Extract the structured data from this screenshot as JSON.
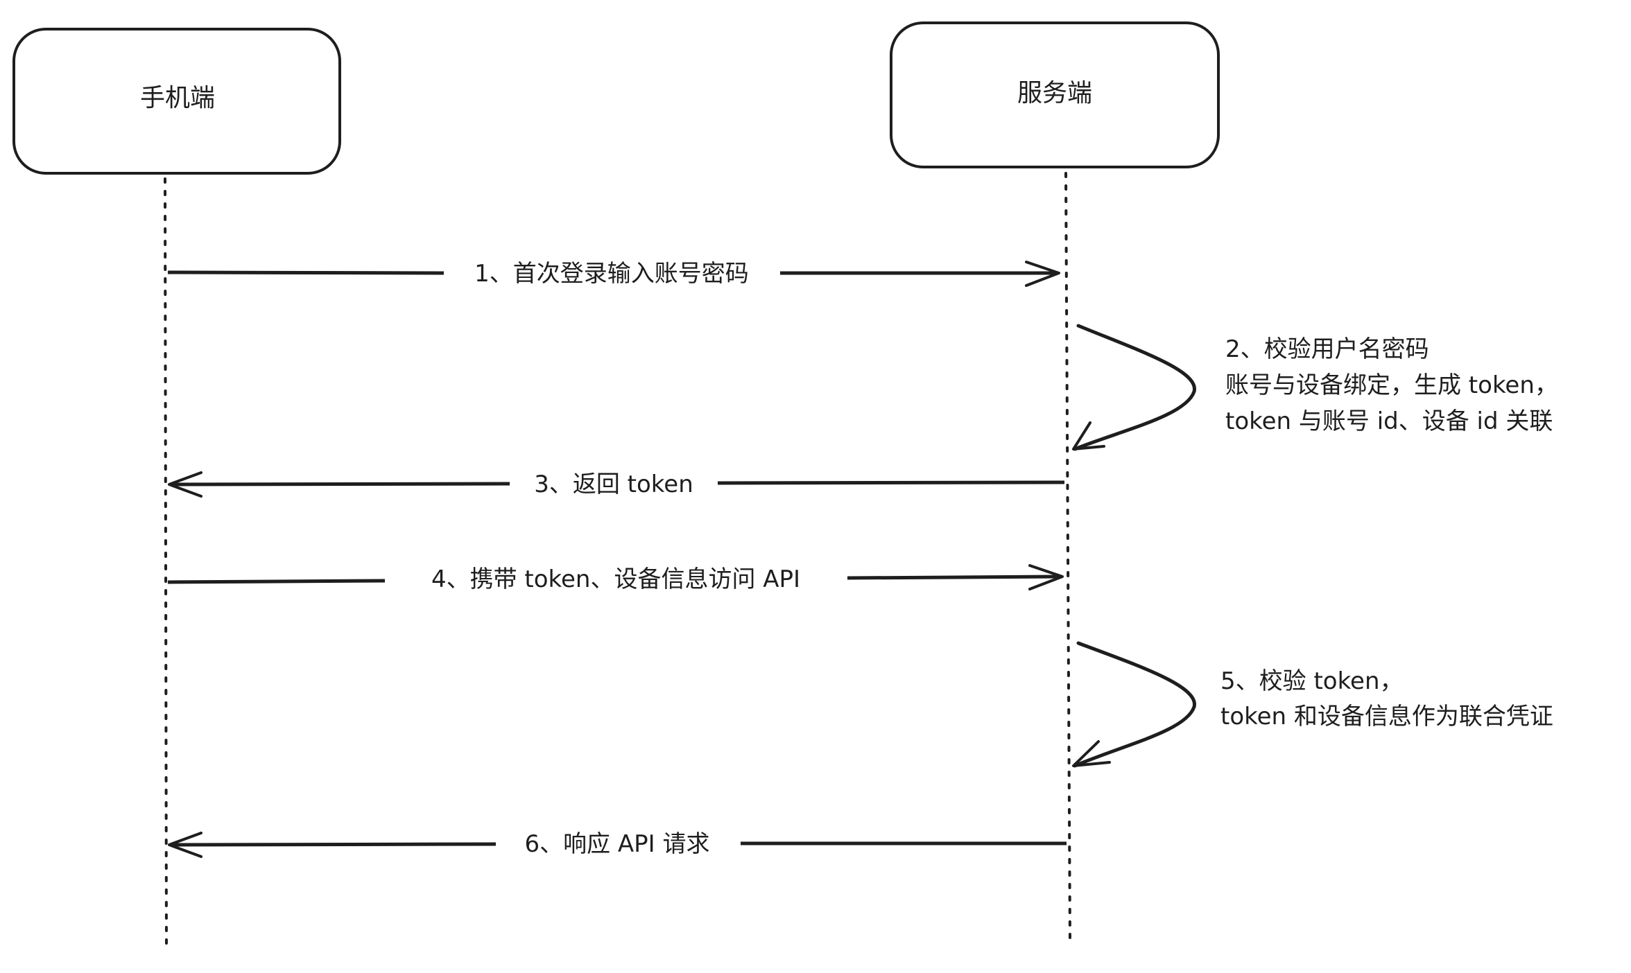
{
  "diagram": {
    "type": "sequence",
    "stroke_color": "#1e1e1e",
    "background": "#ffffff",
    "actors": [
      {
        "id": "phone",
        "label": "手机端"
      },
      {
        "id": "server",
        "label": "服务端"
      }
    ],
    "messages": [
      {
        "step": 1,
        "from": "phone",
        "to": "server",
        "kind": "arrow",
        "label": "1、首次登录输入账号密码"
      },
      {
        "step": 2,
        "from": "server",
        "to": "server",
        "kind": "self",
        "lines": [
          "2、校验用户名密码",
          "账号与设备绑定，生成 token，",
          "token 与账号 id、设备 id 关联"
        ]
      },
      {
        "step": 3,
        "from": "server",
        "to": "phone",
        "kind": "arrow",
        "label": "3、返回 token"
      },
      {
        "step": 4,
        "from": "phone",
        "to": "server",
        "kind": "arrow",
        "label": "4、携带 token、设备信息访问 API"
      },
      {
        "step": 5,
        "from": "server",
        "to": "server",
        "kind": "self",
        "lines": [
          "5、校验 token，",
          "token 和设备信息作为联合凭证"
        ]
      },
      {
        "step": 6,
        "from": "server",
        "to": "phone",
        "kind": "arrow",
        "label": "6、响应 API 请求"
      }
    ]
  }
}
